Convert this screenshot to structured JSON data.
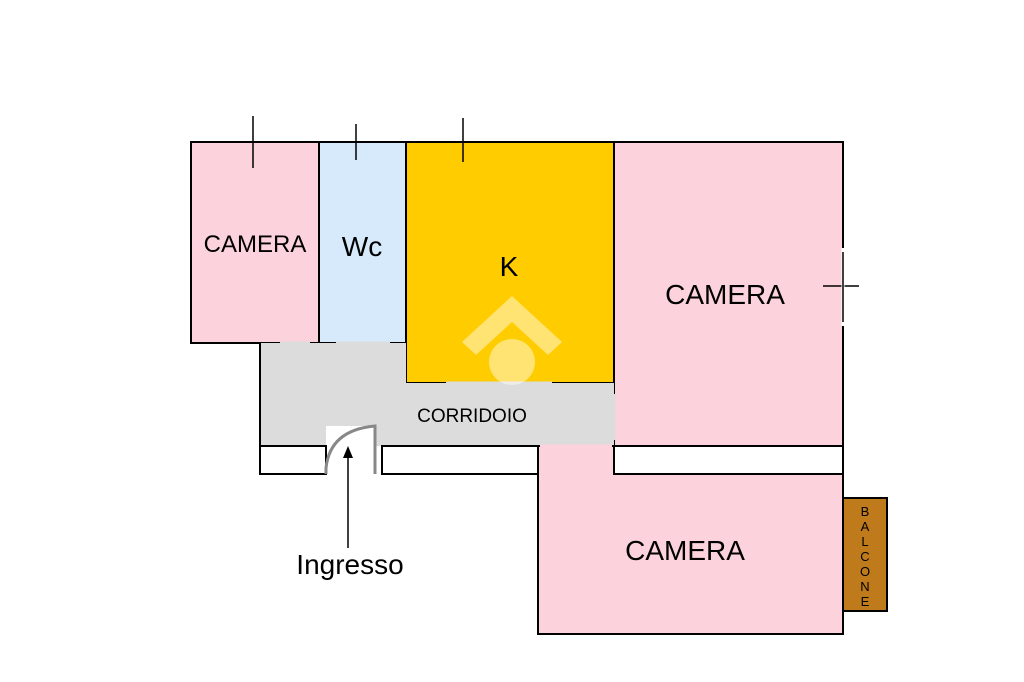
{
  "rooms": {
    "camera_1": {
      "label": "CAMERA",
      "color": "#FCD3DC"
    },
    "wc": {
      "label": "Wc",
      "color": "#D6EAFB"
    },
    "kitchen": {
      "label": "K",
      "color": "#FFCC00"
    },
    "camera_2": {
      "label": "CAMERA",
      "color": "#FCD3DC"
    },
    "corridoio": {
      "label": "CORRIDOIO",
      "color": "#DCDCDC"
    },
    "camera_3": {
      "label": "CAMERA",
      "color": "#FCD3DC"
    },
    "balcone": {
      "letters": [
        "B",
        "A",
        "L",
        "C",
        "O",
        "N",
        "E"
      ],
      "color": "#BF7A1C"
    }
  },
  "entrance": {
    "label": "Ingresso"
  },
  "colors": {
    "wall": "#000000",
    "background": "#FFFFFF"
  }
}
